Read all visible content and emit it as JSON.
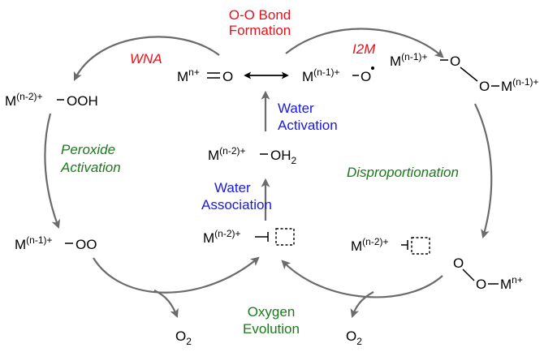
{
  "labels": {
    "oo_bond_1": "O-O Bond",
    "oo_bond_2": "Formation",
    "wna": "WNA",
    "i2m": "I2M",
    "water_act_1": "Water",
    "water_act_2": "Activation",
    "water_assoc_1": "Water",
    "water_assoc_2": "Association",
    "perox_1": "Peroxide",
    "perox_2": "Activation",
    "disprop": "Disproportionation",
    "oxy_1": "Oxygen",
    "oxy_2": "Evolution"
  },
  "species": {
    "m_oxo_base": "M",
    "m_oxo_charge": "n+",
    "oxo_o": "O",
    "m_oxyl_base": "M",
    "m_oxyl_charge": "(n-1)+",
    "oxyl_o": "O",
    "dimer_m1_base": "M",
    "dimer_m1_charge": "(n-1)+",
    "dimer_o1": "O",
    "dimer_o2": "O",
    "dimer_m2_base": "M",
    "dimer_m2_charge": "(n-1)+",
    "hydroperoxo_base": "M",
    "hydroperoxo_charge": "(n-2)+",
    "hydroperoxo_group": "OOH",
    "aqua_base": "M",
    "aqua_charge": "(n-2)+",
    "aqua_group": "OH",
    "aqua_sub": "2",
    "superoxo_base": "M",
    "superoxo_charge": "(n-1)+",
    "superoxo_group": "OO",
    "vacant_center_base": "M",
    "vacant_center_charge": "(n-2)+",
    "vacant_right_base": "M",
    "vacant_right_charge": "(n-2)+",
    "oom_o1": "O",
    "oom_o2": "O",
    "oom_m_base": "M",
    "oom_m_charge": "n+",
    "o2_left": "O",
    "o2_left_sub": "2",
    "o2_right": "O",
    "o2_right_sub": "2"
  }
}
